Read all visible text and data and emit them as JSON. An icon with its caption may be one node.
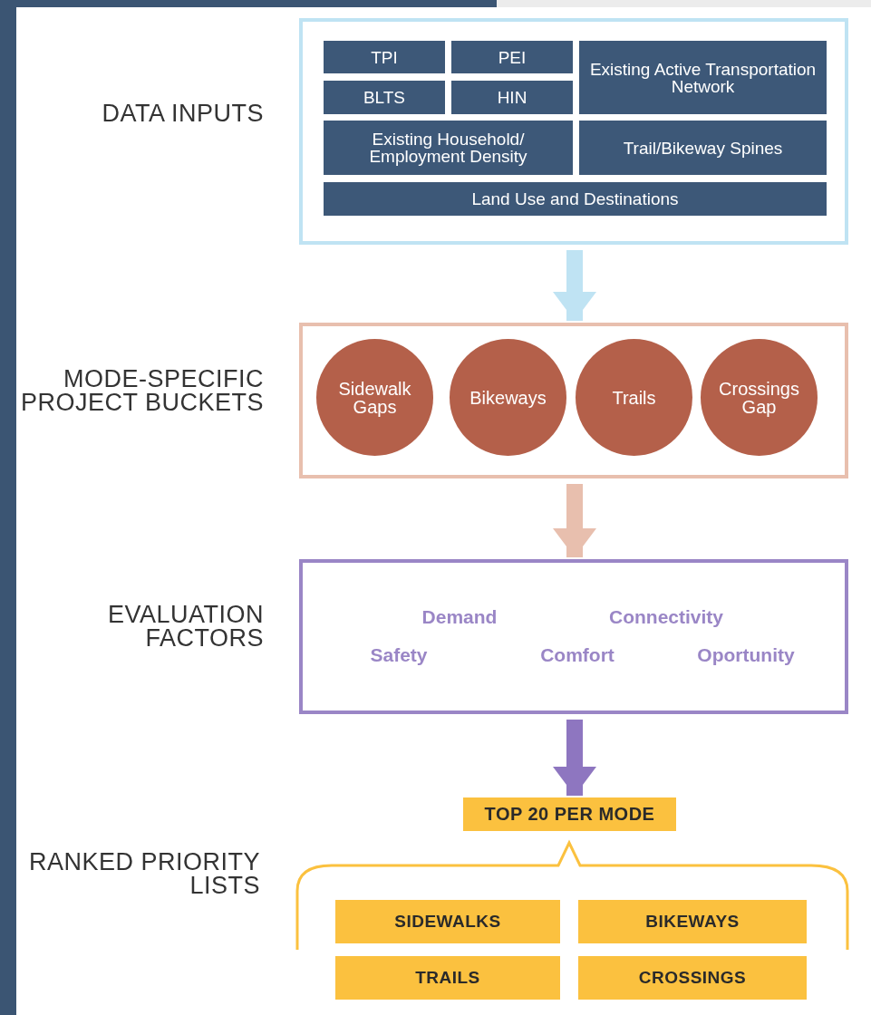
{
  "diagram": {
    "nodes": [
      {
        "text": [
          "DATA INPUTS"
        ]
      },
      {
        "text": [
          "TPI"
        ],
        "in": 0
      },
      {
        "text": [
          "PEI"
        ],
        "in": 0
      },
      {
        "text": [
          "Existing Active Transportation Network"
        ],
        "in": 0
      },
      {
        "text": [
          "BLTS"
        ],
        "in": 0
      },
      {
        "text": [
          "HIN"
        ],
        "in": 0
      },
      {
        "text": [
          "Existing Household/ Employment Density"
        ],
        "in": 0
      },
      {
        "text": [
          "Trail/Bikeway Spines"
        ],
        "in": 0
      },
      {
        "text": [
          "Land Use and Destinations"
        ],
        "in": 0
      },
      {
        "text": [
          "MODE-SPECIFIC PROJECT BUCKETS"
        ]
      },
      {
        "text": [
          "Sidewalk Gaps"
        ],
        "in": 9
      },
      {
        "text": [
          "Bikeways"
        ],
        "in": 9
      },
      {
        "text": [
          "Trails"
        ],
        "in": 9
      },
      {
        "text": [
          "Crossings Gap"
        ],
        "in": 9
      },
      {
        "text": [
          "EVALUATION FACTORS",
          "Demand",
          "Connectivity",
          "Safety",
          "Comfort",
          "Oportunity"
        ]
      },
      {
        "text": [
          "TOP 20 PER MODE"
        ]
      },
      {
        "text": [
          "RANKED PRIORITY LISTS"
        ]
      },
      {
        "text": [
          "SIDEWALKS"
        ],
        "in": 16
      },
      {
        "text": [
          "BIKEWAYS"
        ],
        "in": 16
      },
      {
        "text": [
          "TRAILS"
        ],
        "in": 16
      },
      {
        "text": [
          "CROSSINGS"
        ],
        "in": 16
      }
    ],
    "edges": [
      {
        "from": 0,
        "to": 9,
        "arrow": "to",
        "color": "#bfe3f3"
      },
      {
        "from": 9,
        "to": 14,
        "arrow": "to",
        "color": "#e8bfae"
      },
      {
        "from": 14,
        "to": 15,
        "arrow": "to",
        "color": "#8e76c0"
      }
    ]
  }
}
